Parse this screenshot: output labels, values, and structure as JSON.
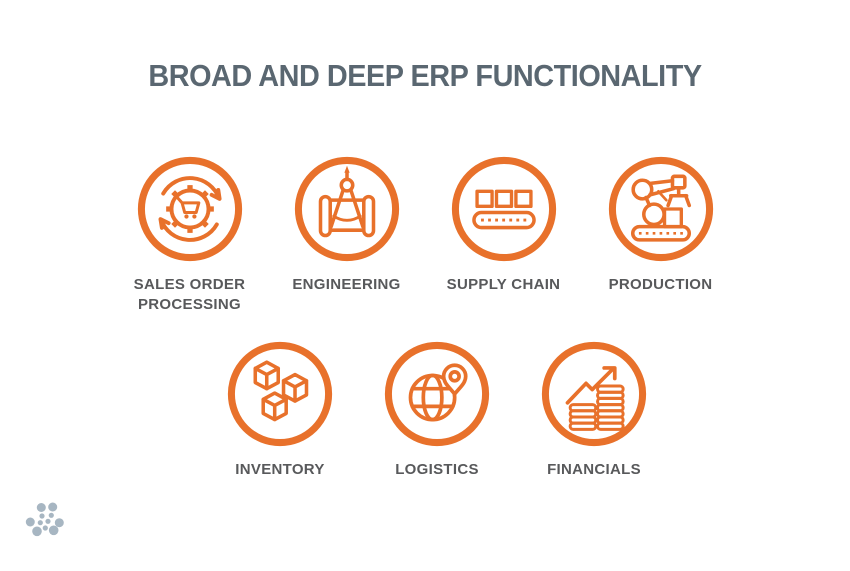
{
  "colors": {
    "accent_orange": "#E8712B",
    "title_gray": "#5A6771",
    "label_gray": "#58595B",
    "logo_gray": "#A7B6C2",
    "background": "#FFFFFF"
  },
  "title": "BROAD AND DEEP ERP FUNCTIONALITY",
  "rows": [
    {
      "items": [
        {
          "label": "SALES ORDER PROCESSING",
          "icon": "gear-cart-cycle-icon"
        },
        {
          "label": "ENGINEERING",
          "icon": "compass-blueprint-icon"
        },
        {
          "label": "SUPPLY CHAIN",
          "icon": "conveyor-boxes-icon"
        },
        {
          "label": "PRODUCTION",
          "icon": "robot-arm-icon"
        }
      ]
    },
    {
      "items": [
        {
          "label": "INVENTORY",
          "icon": "stacked-cubes-icon"
        },
        {
          "label": "LOGISTICS",
          "icon": "globe-location-pin-icon"
        },
        {
          "label": "FINANCIALS",
          "icon": "coin-stacks-growth-arrow-icon"
        }
      ]
    }
  ],
  "footer": {
    "logo": "dots-network-logo"
  }
}
